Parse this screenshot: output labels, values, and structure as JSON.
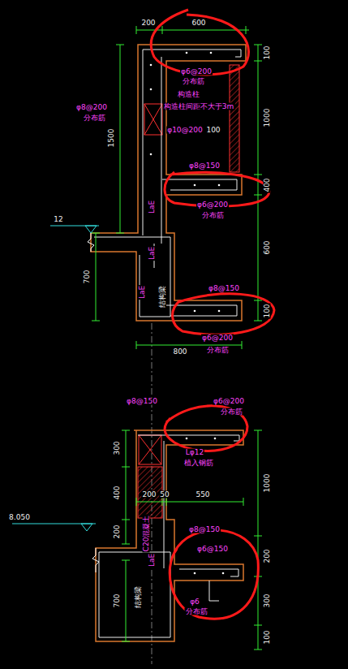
{
  "diagram": {
    "labels": [
      "200",
      "600",
      "100",
      "φ6@200",
      "分布筋",
      "φ8@200",
      "分布筋",
      "1500",
      "1000",
      "构造柱",
      "构造柱间距不大于3m",
      "φ10@200",
      "100",
      "φ8@150",
      "LaE",
      "400",
      "φ6@200",
      "分布筋",
      "12",
      "LaE",
      "600",
      "700",
      "LaE",
      "结构梁",
      "φ8@150",
      "φ6@200",
      "分布筋",
      "100",
      "800",
      "φ8@150",
      "φ6@200",
      "分布筋",
      "300",
      "Lφ12",
      "植入钢筋",
      "1000",
      "400",
      "200",
      "50",
      "550",
      "8.050",
      "200",
      "C20混凝土",
      "LaE",
      "φ8@150",
      "φ6@150",
      "200",
      "φ6",
      "分布筋",
      "300",
      "700",
      "结构梁",
      "100"
    ]
  }
}
